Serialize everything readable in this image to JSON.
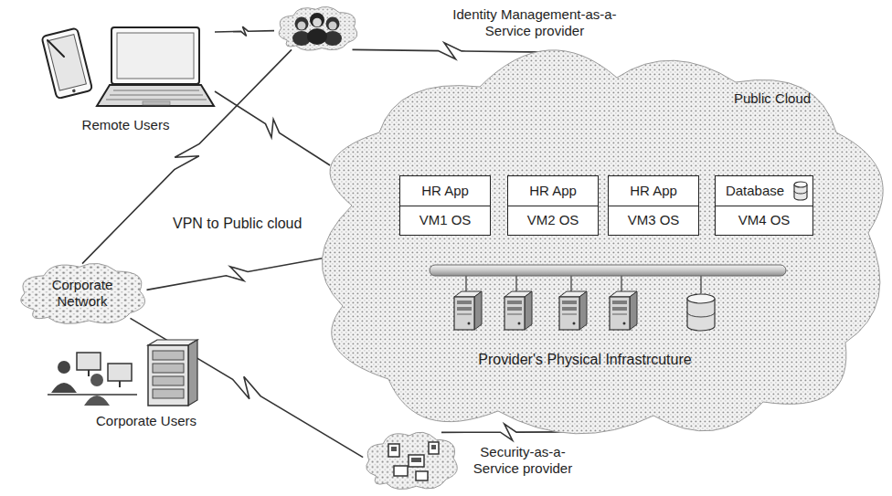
{
  "diagram": {
    "nodes": [
      {
        "text": [
          "Identity Management-as-a-Service provider"
        ]
      },
      {
        "text": [
          "Remote Users"
        ]
      },
      {
        "text": [
          "Public Cloud"
        ]
      },
      {
        "text": [
          "HR App",
          "VM1 OS"
        ],
        "in": 2
      },
      {
        "text": [
          "HR App",
          "VM2 OS"
        ],
        "in": 2
      },
      {
        "text": [
          "HR App",
          "VM3 OS"
        ],
        "in": 2
      },
      {
        "text": [
          "Database",
          "VM4 OS"
        ],
        "in": 2
      },
      {
        "text": [
          "Corporate Network"
        ]
      },
      {
        "text": [
          "Corporate Users"
        ]
      },
      {
        "text": [
          "Security-as-a-Service provider"
        ]
      }
    ],
    "edges": [
      {
        "from": 1,
        "to": 0,
        "arrow": "none"
      },
      {
        "from": 1,
        "to": 2,
        "arrow": "none"
      },
      {
        "from": 7,
        "to": 0,
        "arrow": "none"
      },
      {
        "from": 7,
        "to": 2,
        "label": "VPN to Public cloud",
        "arrow": "none"
      },
      {
        "from": 7,
        "to": 9,
        "arrow": "none"
      },
      {
        "from": 9,
        "to": 2,
        "arrow": "none"
      },
      {
        "from": 0,
        "to": 2,
        "arrow": "none"
      }
    ],
    "labels": [
      "Provider's Physical Infrastrcuture"
    ]
  }
}
